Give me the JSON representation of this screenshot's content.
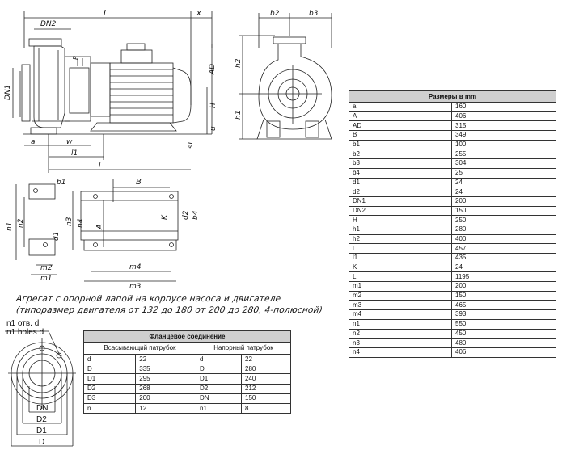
{
  "dimension_table": {
    "title": "Размеры в mm",
    "rows": [
      [
        "a",
        "160"
      ],
      [
        "A",
        "406"
      ],
      [
        "AD",
        "315"
      ],
      [
        "B",
        "349"
      ],
      [
        "b1",
        "100"
      ],
      [
        "b2",
        "255"
      ],
      [
        "b3",
        "304"
      ],
      [
        "b4",
        "25"
      ],
      [
        "d1",
        "24"
      ],
      [
        "d2",
        "24"
      ],
      [
        "DN1",
        "200"
      ],
      [
        "DN2",
        "150"
      ],
      [
        "H",
        "250"
      ],
      [
        "h1",
        "280"
      ],
      [
        "h2",
        "400"
      ],
      [
        "l",
        "457"
      ],
      [
        "l1",
        "435"
      ],
      [
        "K",
        "24"
      ],
      [
        "L",
        "1195"
      ],
      [
        "m1",
        "200"
      ],
      [
        "m2",
        "150"
      ],
      [
        "m3",
        "465"
      ],
      [
        "m4",
        "393"
      ],
      [
        "n1",
        "550"
      ],
      [
        "n2",
        "450"
      ],
      [
        "n3",
        "480"
      ],
      [
        "n4",
        "406"
      ]
    ]
  },
  "flange_table": {
    "title": "Фланцевое соединение",
    "suction_header": "Всасывающий патрубок",
    "discharge_header": "Напорный патрубок",
    "suction": [
      [
        "d",
        "22"
      ],
      [
        "D",
        "335"
      ],
      [
        "D1",
        "295"
      ],
      [
        "D2",
        "268"
      ],
      [
        "D3",
        "200"
      ],
      [
        "n",
        "12"
      ]
    ],
    "discharge": [
      [
        "d",
        "22"
      ],
      [
        "D",
        "280"
      ],
      [
        "D1",
        "240"
      ],
      [
        "D2",
        "212"
      ],
      [
        "DN",
        "150"
      ],
      [
        "n1",
        "8"
      ]
    ]
  },
  "caption": {
    "line1": "Агрегат с опорной лапой на корпусе насоса и двигателе",
    "line2": "(типоразмер двигателя от 132 до 180 от 200 до 280, 4-полюсной)"
  },
  "flange_labels": {
    "holes_ru": "n1 отв. d",
    "holes_en": "n1 holes d",
    "dn": "DN",
    "d2": "D2",
    "d1": "D1",
    "d": "D"
  },
  "drawing_labels": {
    "L": "L",
    "x": "x",
    "DN2": "DN2",
    "DN1": "DN1",
    "p": "P",
    "AD": "AD",
    "H": "H",
    "u": "u",
    "s1": "s1",
    "a": "a",
    "w": "w",
    "l1": "l1",
    "l": "l",
    "b2": "b2",
    "b3": "b3",
    "h2": "h2",
    "h1": "h1",
    "B": "B",
    "b1": "b1",
    "n1": "n1",
    "n2": "n2",
    "d1": "d1",
    "n3": "n3",
    "n4": "n4",
    "A": "A",
    "K": "K",
    "d2": "d2",
    "b4": "b4",
    "m2": "m2",
    "m1": "m1",
    "m4": "m4",
    "m3": "m3"
  }
}
